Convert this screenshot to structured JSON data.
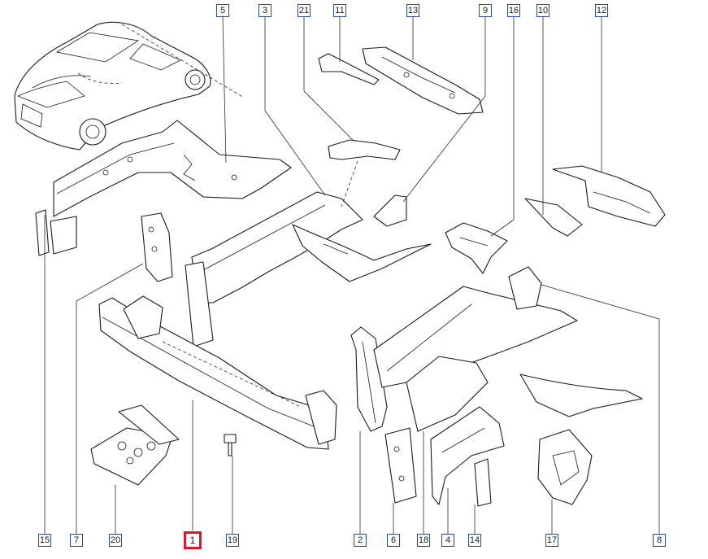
{
  "callouts": {
    "top": [
      "5",
      "3",
      "21",
      "11",
      "13",
      "9",
      "16",
      "10",
      "12"
    ],
    "bottom": [
      "15",
      "7",
      "20",
      "1",
      "19",
      "2",
      "6",
      "18",
      "4",
      "14",
      "17",
      "8"
    ]
  },
  "highlighted": "1",
  "colors": {
    "line": "#1a1a1a",
    "callout_border": "#2c4a9a",
    "highlight": "#e0142c"
  }
}
